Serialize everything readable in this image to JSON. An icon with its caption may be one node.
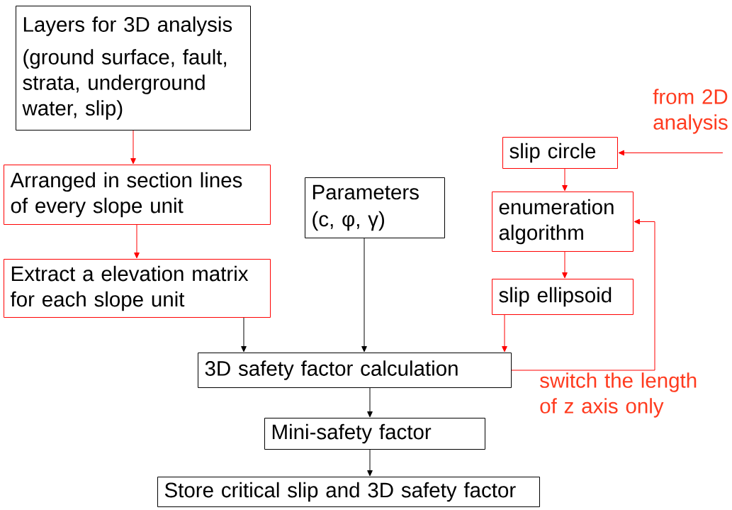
{
  "diagram": {
    "nodes": [
      {
        "text": [
          "Layers for 3D analysis",
          "(ground surface, fault, strata, underground water, slip)"
        ]
      },
      {
        "text": [
          "Arranged in section lines of every slope unit"
        ]
      },
      {
        "text": [
          "Extract a elevation matrix for each slope unit"
        ]
      },
      {
        "text": [
          "Parameters",
          "(c, φ, γ)"
        ]
      },
      {
        "text": [
          "slip circle"
        ]
      },
      {
        "text": [
          "enumeration algorithm"
        ]
      },
      {
        "text": [
          "slip ellipsoid"
        ]
      },
      {
        "text": [
          "3D safety factor calculation"
        ]
      },
      {
        "text": [
          "Mini-safety factor"
        ]
      },
      {
        "text": [
          "Store critical slip and 3D safety factor"
        ]
      }
    ],
    "edges": [
      {
        "from": 0,
        "to": 1,
        "arrow": "to"
      },
      {
        "from": 1,
        "to": 2,
        "arrow": "to"
      },
      {
        "from": 2,
        "to": 7,
        "arrow": "to",
        "color": "#000000"
      },
      {
        "from": 3,
        "to": 7,
        "arrow": "to",
        "color": "#000000"
      },
      {
        "from": null,
        "to": 4,
        "arrow": "to",
        "label": "from 2D analysis"
      },
      {
        "from": 4,
        "to": 5,
        "arrow": "to"
      },
      {
        "from": 5,
        "to": 6,
        "arrow": "to"
      },
      {
        "from": 6,
        "to": 7,
        "arrow": "to"
      },
      {
        "from": 7,
        "to": 5,
        "arrow": "to",
        "label": "switch the length of z axis only"
      },
      {
        "from": 7,
        "to": 8,
        "arrow": "to",
        "color": "#000000"
      },
      {
        "from": 8,
        "to": 9,
        "arrow": "to",
        "color": "#000000"
      }
    ]
  }
}
